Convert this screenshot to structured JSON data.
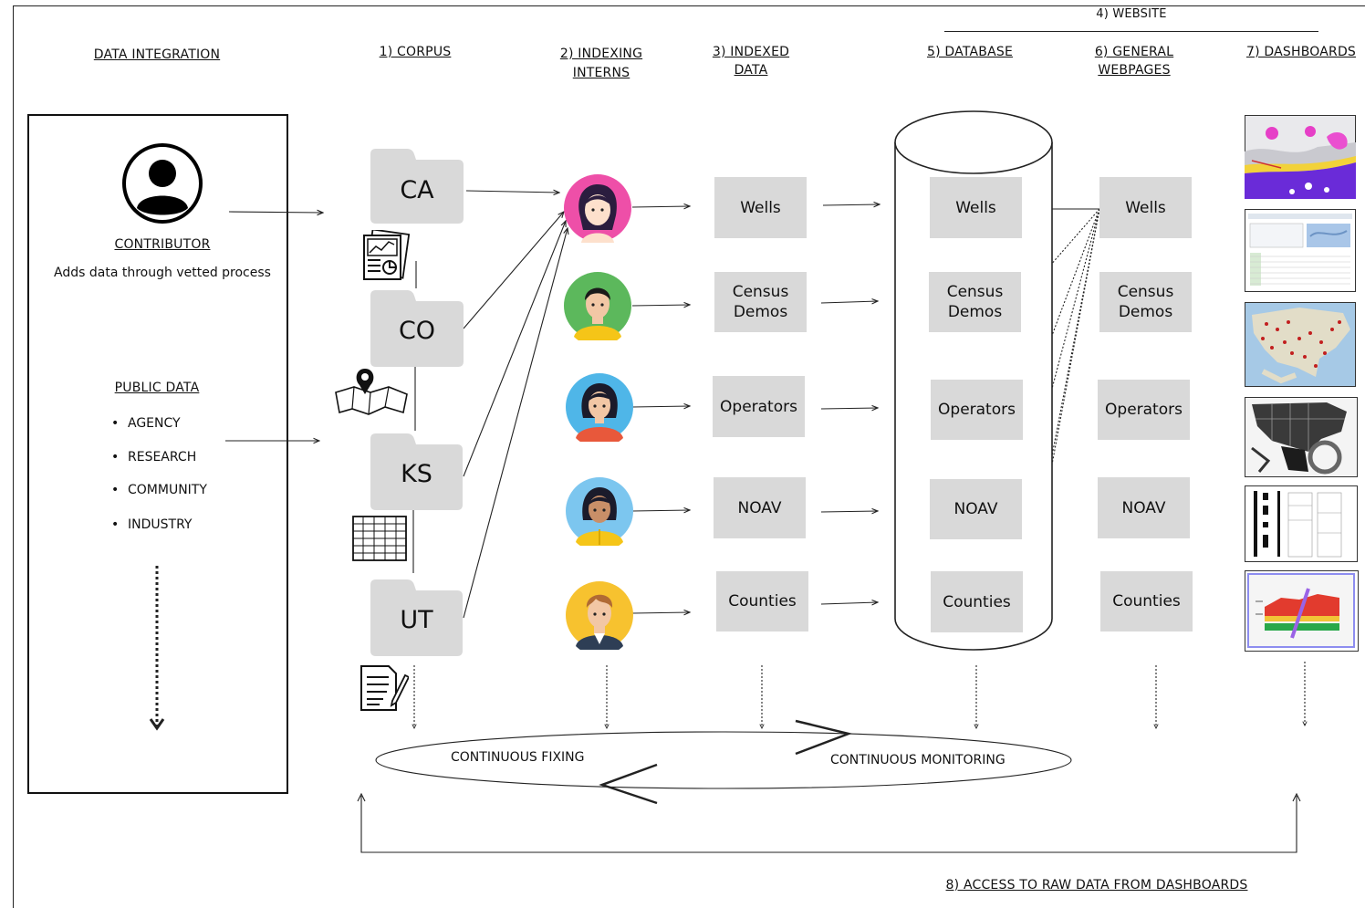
{
  "headers": {
    "data_integration": "DATA INTEGRATION",
    "corpus": "1) CORPUS",
    "indexing_interns_1": "2) INDEXING",
    "indexing_interns_2": "INTERNS",
    "indexed_data_1": "3) INDEXED",
    "indexed_data_2": "DATA",
    "website": "4) WEBSITE",
    "database": "5) DATABASE",
    "general_webpages_1": "6) GENERAL",
    "general_webpages_2": "WEBPAGES",
    "dashboards": "7) DASHBOARDS"
  },
  "left_panel": {
    "contributor_title": "CONTRIBUTOR",
    "contributor_desc": "Adds data through vetted process",
    "public_data_title": "PUBLIC DATA",
    "public_data_items": [
      "AGENCY",
      "RESEARCH",
      "COMMUNITY",
      "INDUSTRY"
    ]
  },
  "corpus_folders": [
    "CA",
    "CO",
    "KS",
    "UT"
  ],
  "intern_avatars": [
    "intern-1",
    "intern-2",
    "intern-3",
    "intern-4",
    "intern-5"
  ],
  "indexed_data": [
    [
      "Wells"
    ],
    [
      "Census",
      "Demos"
    ],
    [
      "Operators"
    ],
    [
      "NOAV"
    ],
    [
      "Counties"
    ]
  ],
  "database_items": [
    [
      "Wells"
    ],
    [
      "Census",
      "Demos"
    ],
    [
      "Operators"
    ],
    [
      "NOAV"
    ],
    [
      "Counties"
    ]
  ],
  "webpage_items": [
    [
      "Wells"
    ],
    [
      "Census",
      "Demos"
    ],
    [
      "Operators"
    ],
    [
      "NOAV"
    ],
    [
      "Counties"
    ]
  ],
  "dashboard_thumbnails": [
    "map-dashboard",
    "table-dashboard",
    "us-map-dashboard",
    "state-map-dashboard",
    "log-dashboard",
    "chart-dashboard"
  ],
  "loop": {
    "fixing": "CONTINUOUS FIXING",
    "monitoring": "CONTINUOUS MONITORING"
  },
  "footer": "8) ACCESS TO RAW DATA FROM DASHBOARDS",
  "colors": {
    "box_fill": "#d9d9d9",
    "folder_fill": "#d9d9d9",
    "line": "#222222",
    "avatar_pink": "#ee4fa8",
    "avatar_green": "#5cb85c",
    "avatar_blue": "#4fb6e8",
    "avatar_lightblue": "#7cc6ef",
    "avatar_yellow": "#f7c22f"
  }
}
